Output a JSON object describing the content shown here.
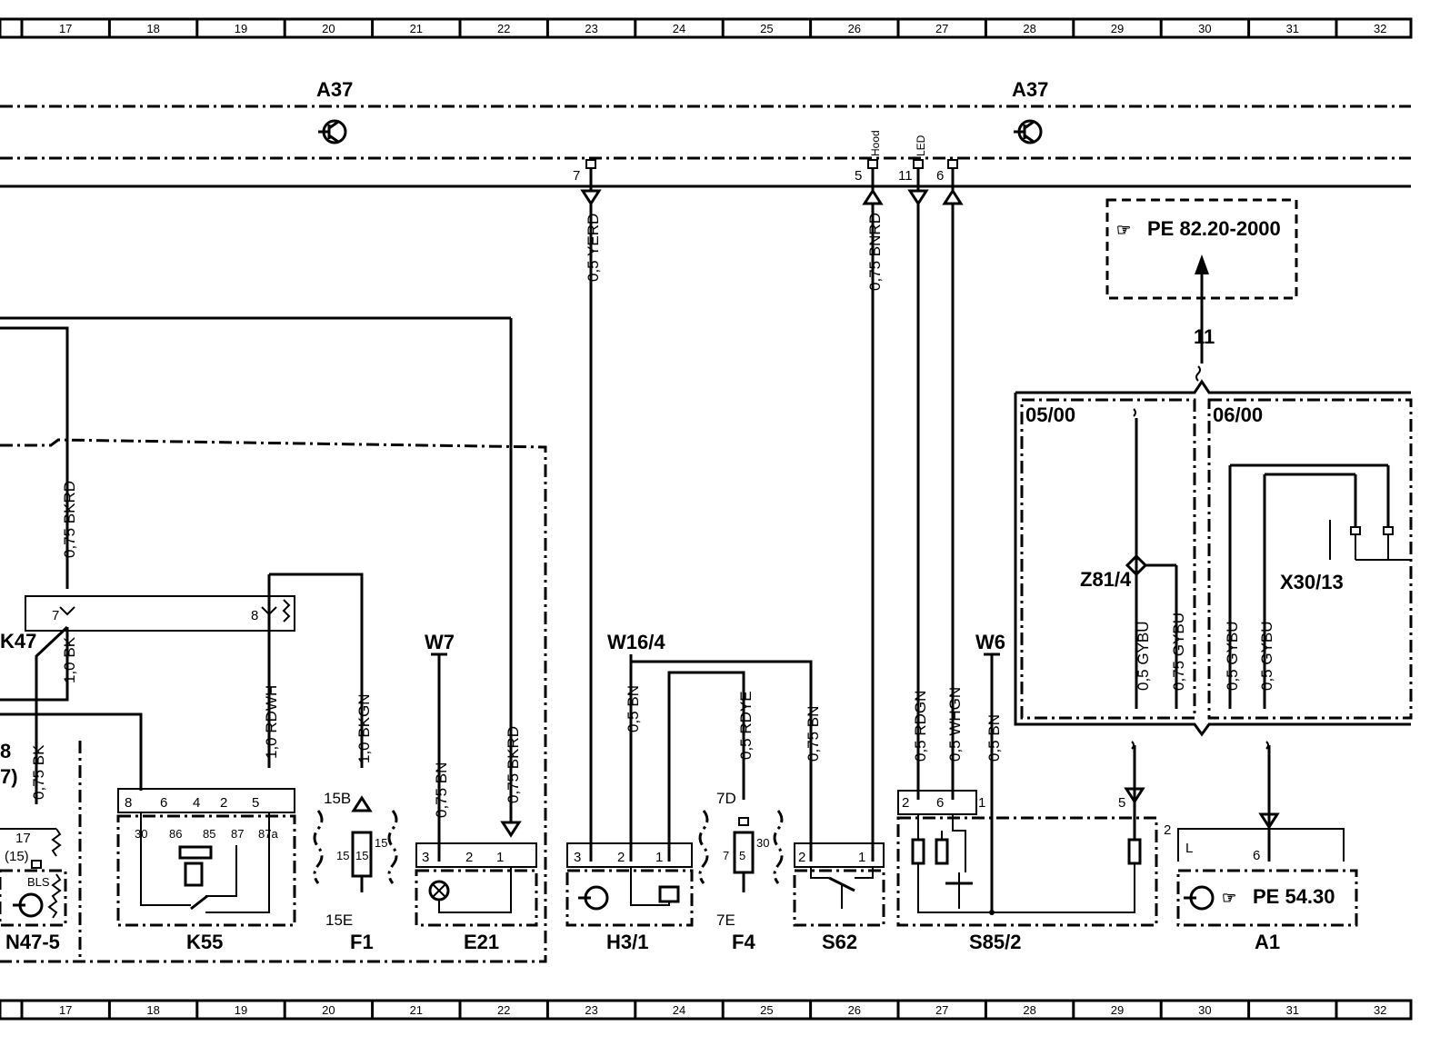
{
  "ruler": {
    "cells": [
      "17",
      "18",
      "19",
      "20",
      "21",
      "22",
      "23",
      "24",
      "25",
      "26",
      "27",
      "28",
      "29",
      "30",
      "31",
      "32"
    ]
  },
  "components": {
    "a37_left": "A37",
    "a37_right": "A37",
    "k47": "K47",
    "n47_5": "N47-5",
    "k55": "K55",
    "f1": "F1",
    "e21": "E21",
    "h3_1": "H3/1",
    "f4": "F4",
    "s62": "S62",
    "s85_2": "S85/2",
    "a1": "A1",
    "w7": "W7",
    "w16_4": "W16/4",
    "w6": "W6",
    "z81_4": "Z81/4",
    "x30_13": "X30/13",
    "ref_pe_8220": "PE 82.20-2000",
    "ref_pe_5430": "PE 54.30",
    "connector_11": "11",
    "date_0500": "05/00",
    "date_0600": "06/00"
  },
  "wires": {
    "w_yerd": "0,5 YERD",
    "w_bnrd": "0,75 BNRD",
    "w_bkrd_top": "0,75 BKRD",
    "w_bk_10": "1,0 BK",
    "w_bk_075": "0,75 BK",
    "w_rdwh": "1,0 RDWH",
    "w_bkgn": "1,0 BKGN",
    "w_bn_e21": "0,75 BN",
    "w_bkrd_e21": "0,75 BKRD",
    "w_bn_h31": "0,5 BN",
    "w_rdye": "0,5 RDYE",
    "w_bn_s62": "0,75 BN",
    "w_rdgn": "0,5 RDGN",
    "w_whgn": "0,5 WHGN",
    "w_bn_w6": "0,5 BN",
    "w_gybu_1": "0,5 GYBU",
    "w_gybu_2": "0,75 GYBU",
    "w_gybu_3": "0,5 GYBU",
    "w_gybu_4": "0,5 GYBU"
  },
  "pins": {
    "p7_top": "7",
    "p5_top": "5",
    "p11_top": "11",
    "p6_top": "6",
    "hood": "Hood",
    "led": "LED",
    "k47_7": "7",
    "k47_8": "8",
    "k55_8": "8",
    "k55_6": "6",
    "k55_4": "4",
    "k55_2": "2",
    "k55_5": "5",
    "k55_30": "30",
    "k55_86": "86",
    "k55_85": "85",
    "k55_87": "87",
    "k55_87a": "87a",
    "n47_17": "17",
    "n47_15": "(15)",
    "n47_bls": "BLS",
    "f1_15b": "15B",
    "f1_15e": "15E",
    "f1_15a": "15",
    "f1_15b2": "15",
    "f1_15c": "15",
    "e21_3": "3",
    "e21_2": "2",
    "e21_1": "1",
    "h31_3": "3",
    "h31_2": "2",
    "h31_1": "1",
    "f4_7d": "7D",
    "f4_7e": "7E",
    "f4_7": "7",
    "f4_5": "5",
    "f4_30": "30",
    "s62_2": "2",
    "s62_1": "1",
    "s85_2": "2",
    "s85_6": "6",
    "s85_1": "1",
    "s85_5": "5",
    "s85_side2": "2",
    "a1_6": "6",
    "a1_l": "L",
    "left_8": "8",
    "left_7": "7)"
  }
}
